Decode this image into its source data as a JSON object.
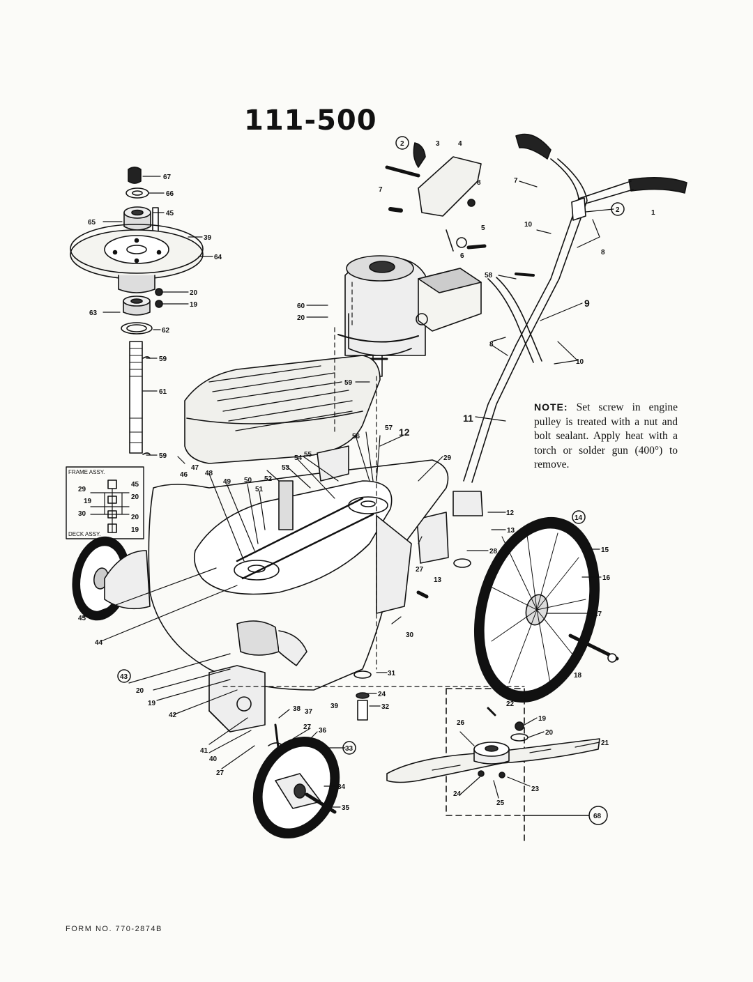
{
  "model_number": "111-500",
  "note": {
    "lead": "NOTE:",
    "text": "Set screw in engine pulley is treated with a nut and bolt sealant. Apply heat with a torch or solder gun (400°) to remove."
  },
  "form_number": "FORM NO. 770-2874B",
  "inset": {
    "frame_label": "FRAME ASSY.",
    "deck_label": "DECK ASSY."
  },
  "part_labels": [
    "1",
    "2",
    "3",
    "4",
    "5",
    "6",
    "7",
    "8",
    "9",
    "10",
    "11",
    "12",
    "13",
    "14",
    "15",
    "16",
    "17",
    "18",
    "19",
    "20",
    "21",
    "22",
    "23",
    "24",
    "25",
    "26",
    "27",
    "28",
    "29",
    "30",
    "31",
    "32",
    "33",
    "34",
    "35",
    "36",
    "37",
    "38",
    "39",
    "40",
    "41",
    "42",
    "43",
    "44",
    "45",
    "46",
    "47",
    "48",
    "49",
    "50",
    "51",
    "52",
    "53",
    "54",
    "55",
    "56",
    "57",
    "58",
    "59",
    "60",
    "61",
    "62",
    "63",
    "64",
    "65",
    "66",
    "67",
    "68"
  ]
}
